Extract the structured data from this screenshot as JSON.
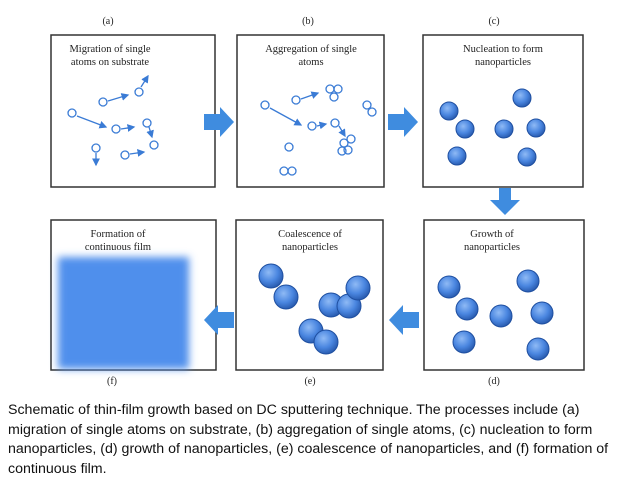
{
  "panels": [
    {
      "id": "a",
      "letter": "(a)",
      "title_lines": [
        "Migration of single",
        "atoms on substrate"
      ]
    },
    {
      "id": "b",
      "letter": "(b)",
      "title_lines": [
        "Aggregation of single",
        "atoms"
      ]
    },
    {
      "id": "c",
      "letter": "(c)",
      "title_lines": [
        "Nucleation to form",
        "nanoparticles"
      ]
    },
    {
      "id": "d",
      "letter": "(d)",
      "title_lines": [
        "Growth of",
        "nanoparticles"
      ]
    },
    {
      "id": "e",
      "letter": "(e)",
      "title_lines": [
        "Coalescence of",
        "nanoparticles"
      ]
    },
    {
      "id": "f",
      "letter": "(f)",
      "title_lines": [
        "Formation of",
        "continuous film"
      ]
    }
  ],
  "caption": "Schematic of thin-film growth based on DC sputtering technique. The processes include (a) migration of single atoms on substrate, (b) aggregation of single atoms, (c) nucleation to form nanoparticles, (d) growth of nanoparticles, (e) coalescence of nanoparticles, and (f) formation of continuous film.",
  "colors": {
    "particle": "#4a86e0",
    "particle_dark": "#1f4fa0",
    "arrow": "#3f8cdf",
    "film": "#4f8fec",
    "atom": "#3a7bd5",
    "frame": "#333333"
  }
}
